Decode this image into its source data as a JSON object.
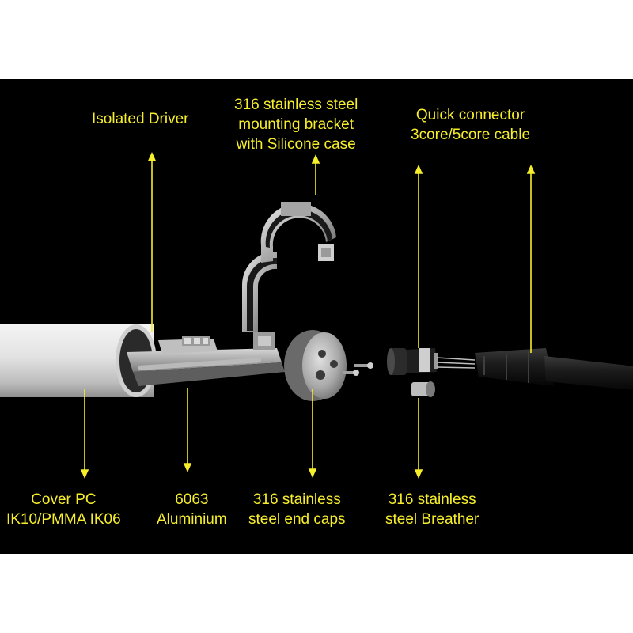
{
  "colors": {
    "background": "#000000",
    "frame": "#ffffff",
    "label": "#f6ee2b",
    "arrow": "#f6ee2b"
  },
  "labels": {
    "isolated_driver": {
      "lines": [
        "Isolated Driver"
      ]
    },
    "mounting_bracket": {
      "lines": [
        "316 stainless steel",
        "mounting bracket",
        "with Silicone case"
      ]
    },
    "quick_connector": {
      "lines": [
        "Quick connector",
        "3core/5core cable"
      ]
    },
    "cover": {
      "lines": [
        "Cover  PC",
        "IK10/PMMA IK06"
      ]
    },
    "aluminium": {
      "lines": [
        "6063",
        "Aluminium"
      ]
    },
    "end_caps": {
      "lines": [
        "316 stainless",
        "steel end caps"
      ]
    },
    "breather": {
      "lines": [
        "316 stainless",
        "steel Breather"
      ]
    }
  }
}
